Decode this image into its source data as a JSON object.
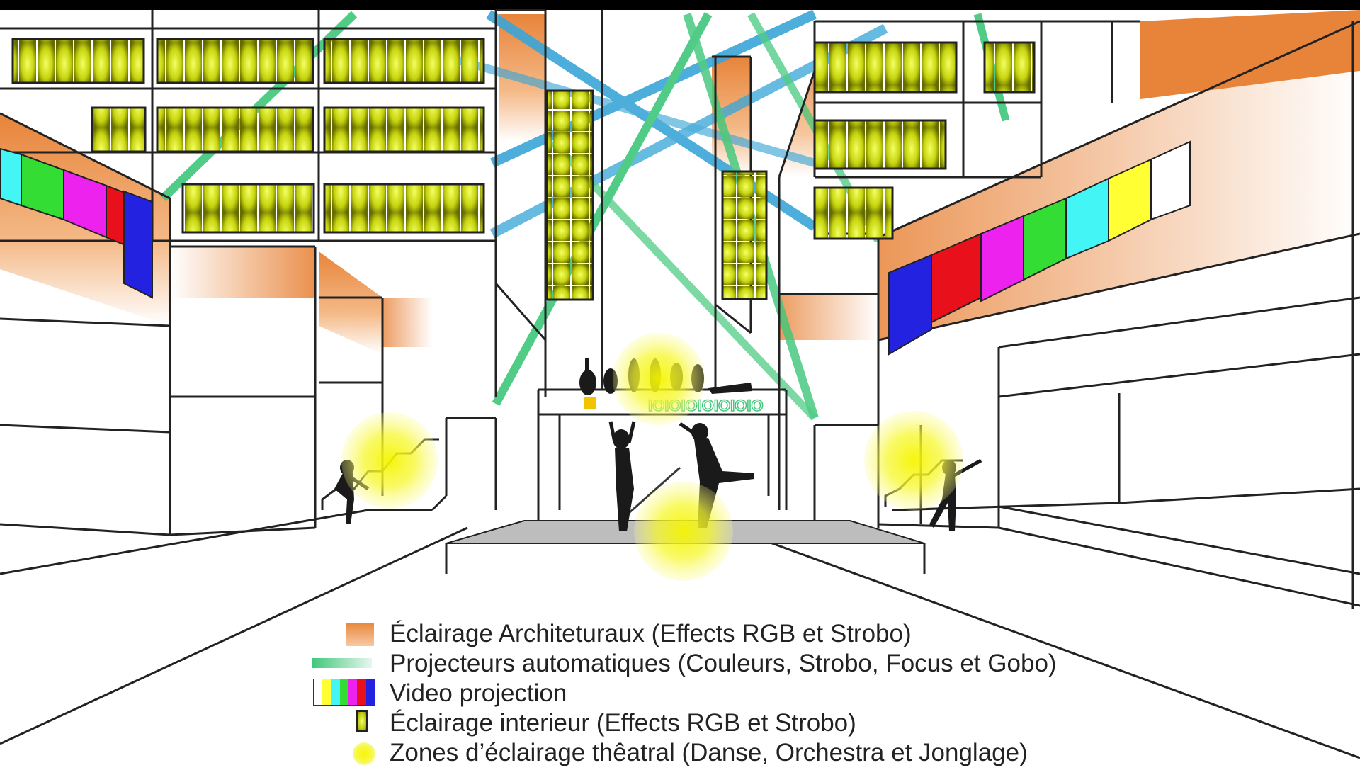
{
  "legend": {
    "items": [
      {
        "label": "Éclairage Architeturaux (Effects RGB et Strobo)",
        "icon": "architectural-lighting-swatch"
      },
      {
        "label": "Projecteurs automatiques (Couleurs, Strobo, Focus et Gobo)",
        "icon": "automatic-projector-swatch"
      },
      {
        "label": "Video projection",
        "icon": "video-projection-swatch"
      },
      {
        "label": "Éclairage interieur (Effects RGB et Strobo)",
        "icon": "interior-lighting-swatch"
      },
      {
        "label": "Zones d’éclairage thêatral (Danse, Orchestra et Jonglage)",
        "icon": "theatrical-zone-swatch"
      }
    ]
  },
  "stage_banner": "IOIOIOIOIOIOIO",
  "colors": {
    "architectural": "#e88a3f",
    "projector_green": "#3fc77a",
    "projector_blue": "#3aa6d8",
    "interior_window": "#d8e81a",
    "theatrical_zone": "#f7f700",
    "video_stripes": [
      "#ffffff",
      "#ffff33",
      "#44f5f5",
      "#33dd33",
      "#ee22ee",
      "#e8101a",
      "#2222e0"
    ]
  }
}
